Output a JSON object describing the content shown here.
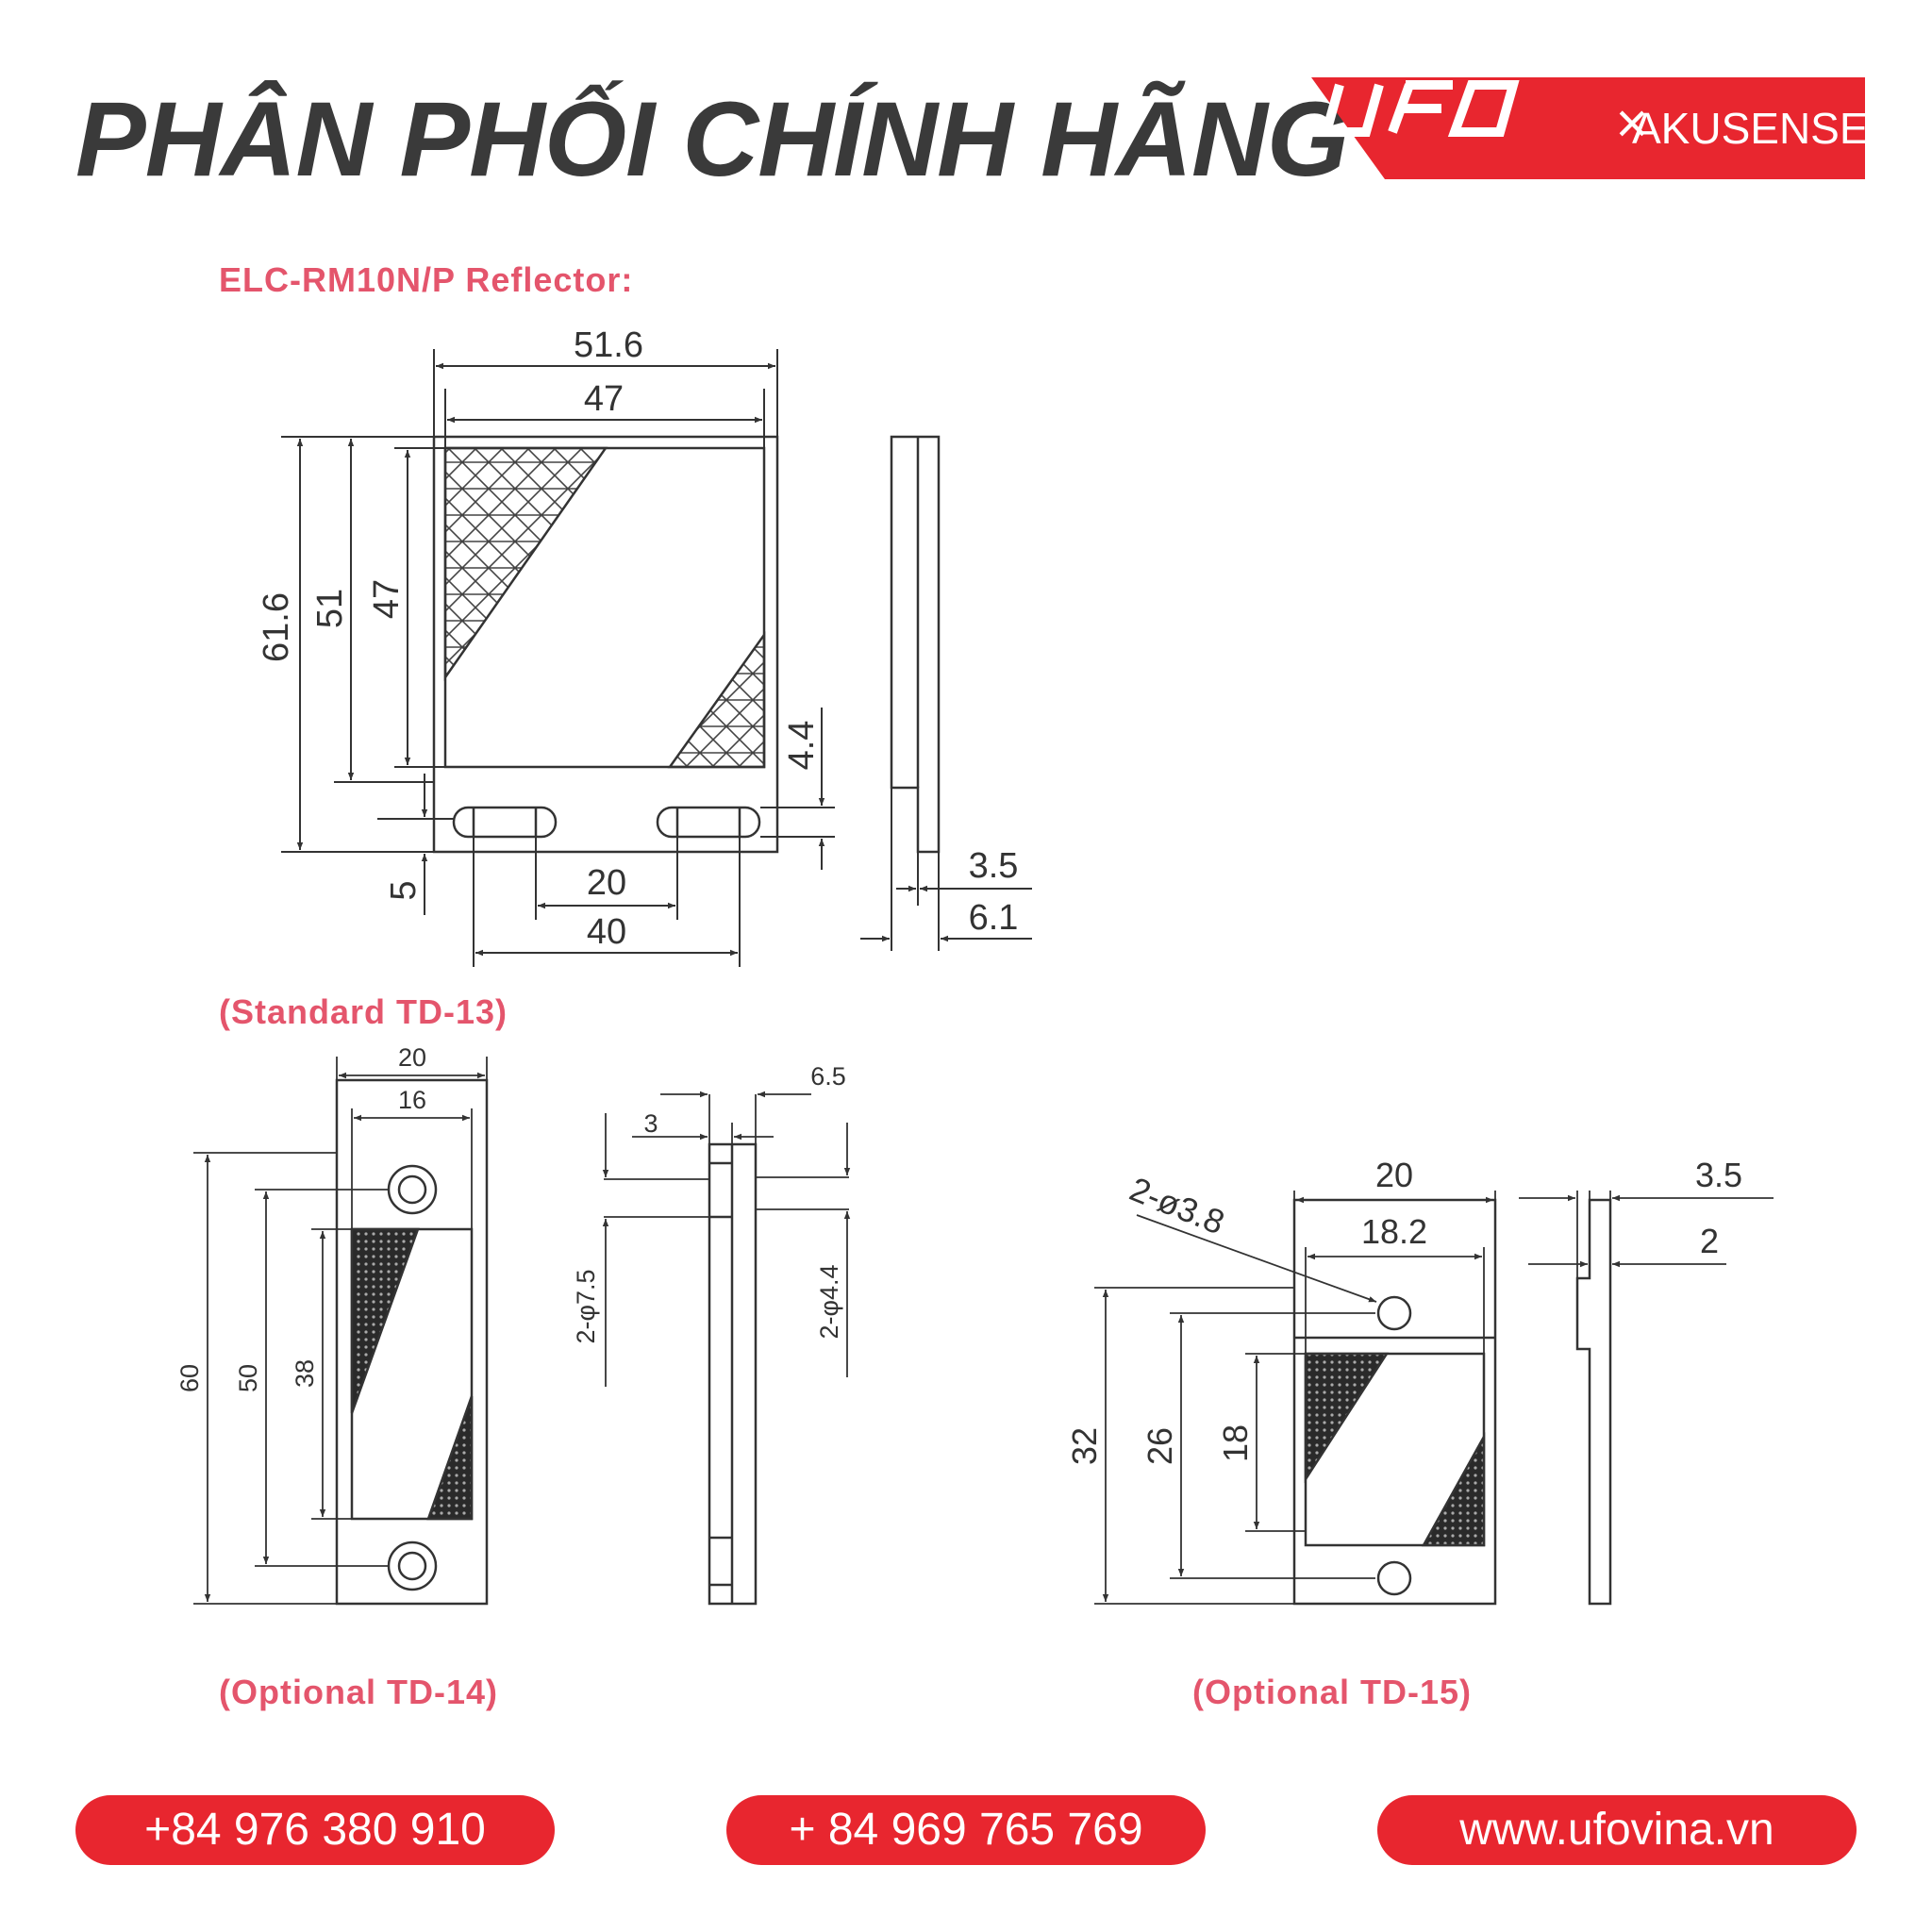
{
  "header": {
    "headline": "PHÂN PHỐI CHÍNH HÃNG",
    "brand_logo_text": "UFO",
    "brand_cross": "×",
    "brand_partner": "AKUSENSE"
  },
  "captions": {
    "main_title": "ELC-RM10N/P Reflector:",
    "standard": "(Standard TD-13)",
    "optional_14": "(Optional TD-14)",
    "optional_15": "(Optional TD-15)"
  },
  "dimensions": {
    "td13": {
      "w_outer": "51.6",
      "w_inner": "47",
      "h_total": "61.6",
      "h_mid": "51",
      "h_inner": "47",
      "slot_h": "4.4",
      "bottom": "5",
      "slot_gap": "20",
      "slot_span": "40",
      "side_t1": "3.5",
      "side_t2": "6.1"
    },
    "td14": {
      "w_outer": "20",
      "w_inner": "16",
      "h_total": "60",
      "h_holes": "50",
      "h_window": "38",
      "side_t1": "3",
      "side_t2": "6.5",
      "hole_outer": "2-φ7.5",
      "hole_inner": "2-φ4.4"
    },
    "td15": {
      "w_outer": "20",
      "w_inner": "18.2",
      "hole": "2-ø3.8",
      "h_total": "32",
      "h_holes": "26",
      "h_window": "18",
      "side_t1": "3.5",
      "side_t2": "2"
    }
  },
  "contacts": {
    "phone1": "+84 976 380 910",
    "phone2": "+ 84 969 765 769",
    "website": "www.ufovina.vn"
  },
  "colors": {
    "accent": "#e8262f",
    "caption": "#e4556c",
    "headline": "#3a3a3a",
    "line": "#333333"
  }
}
